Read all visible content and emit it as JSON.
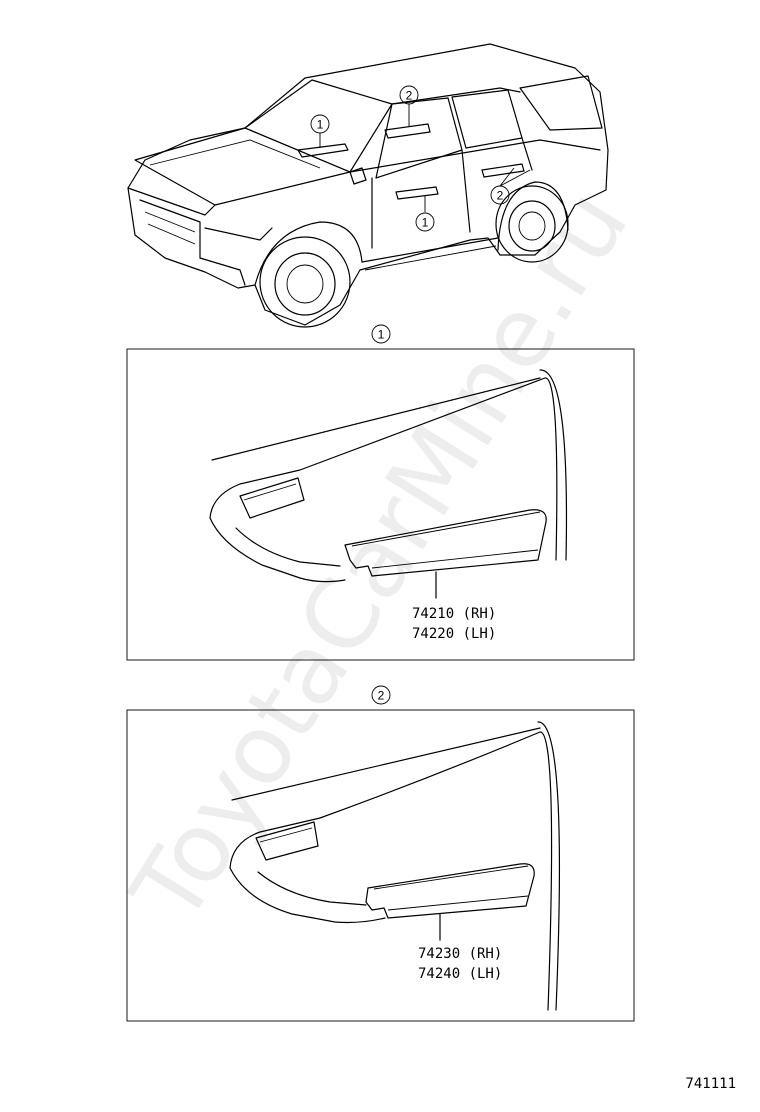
{
  "watermark": "ToyotaCarMine.ru",
  "callouts": {
    "one": "1",
    "two": "2"
  },
  "panel1": {
    "marker": "1",
    "part_rh": "74210 (RH)",
    "part_lh": "74220 (LH)"
  },
  "panel2": {
    "marker": "2",
    "part_rh": "74230 (RH)",
    "part_lh": "74240 (LH)"
  },
  "diagram_ref": "741111"
}
